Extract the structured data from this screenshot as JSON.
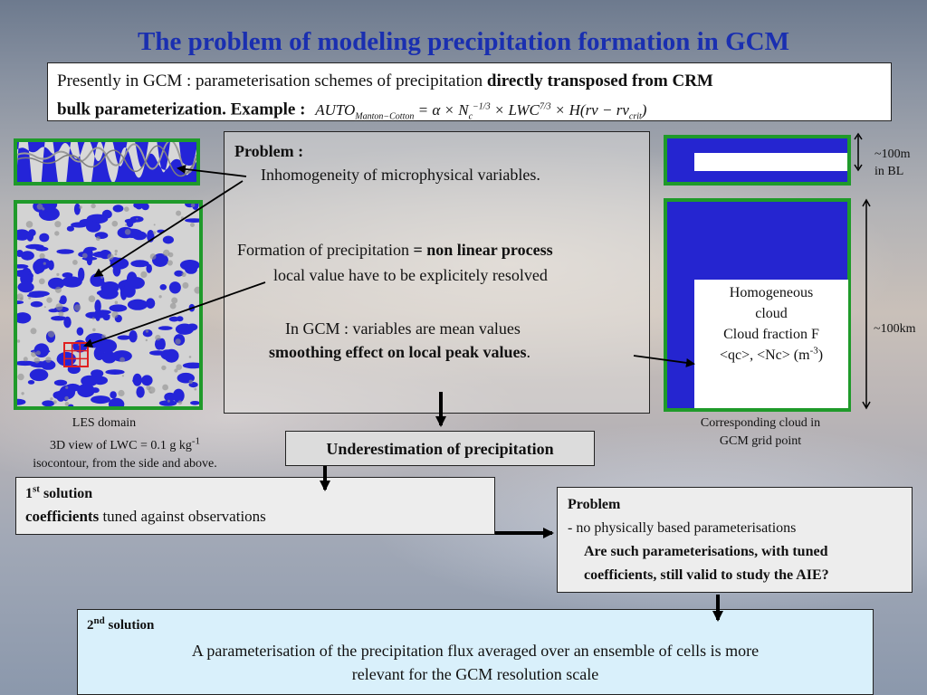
{
  "title": "The problem of modeling precipitation formation in GCM",
  "intro": {
    "line1_plain": "Presently in GCM :  parameterisation schemes of precipitation ",
    "line1_bold": "directly transposed from CRM",
    "line2_bold": "bulk parameterization. Example : ",
    "formula": {
      "auto": "AUTO",
      "auto_sub": "Manton−Cotton",
      "eq": " = α × N",
      "n_sub": "c",
      "n_sup": "−1/3",
      "lwc": " × LWC",
      "lwc_sup": "7/3",
      "h": " × H(rv − rv",
      "rv_sub": "crit",
      "close": ")"
    }
  },
  "problem": {
    "heading": "Problem :",
    "inhomogeneity": "Inhomogeneity of microphysical variables.",
    "formation_plain": "Formation of precipitation ",
    "formation_bold": "= non linear process",
    "local_value": "local value have to be explicitely resolved",
    "gcm_mean": "In GCM : variables are mean values",
    "smoothing_bold": "smoothing effect on local peak values",
    "smoothing_end": "."
  },
  "les_caption": {
    "line1": "LES domain",
    "line2_pre": "3D view of LWC = 0.1 g kg",
    "line2_sup": "-1",
    "line3": "isocontour, from the side and above."
  },
  "gcm": {
    "homog_line1": "Homogeneous",
    "homog_line2": "cloud",
    "homog_line3": "Cloud fraction F",
    "homog_line4_pre": "<qc>, <Nc> (m",
    "homog_line4_sup": "-3",
    "homog_line4_post": ")",
    "label_bl_1": "~100m",
    "label_bl_2": "in BL",
    "label_km": "~100km",
    "caption_line1": "Corresponding cloud in",
    "caption_line2": "GCM grid point"
  },
  "underestimation": "Underestimation of precipitation",
  "solution1": {
    "heading_pre": "1",
    "heading_sup": "st",
    "heading_post": " solution",
    "text_bold": "coefficients",
    "text_plain": " tuned against observations"
  },
  "problem2": {
    "heading": "Problem",
    "line1": "- no physically based parameterisations",
    "question_line1": "Are such parameterisations, with tuned",
    "question_line2": "coefficients, still valid to study the AIE?"
  },
  "solution2": {
    "heading_pre": "2",
    "heading_sup": "nd",
    "heading_post": " solution",
    "text_line1": "A parameterisation of the precipitation flux averaged over an ensemble of cells is more",
    "text_line2": "relevant for the GCM resolution scale"
  },
  "colors": {
    "title": "#1a2fb0",
    "cloud_blue": "#2424d8",
    "frame_green": "#1f9a2a",
    "grid_red": "#e02020",
    "sol2_bg": "#d9f0fb"
  }
}
